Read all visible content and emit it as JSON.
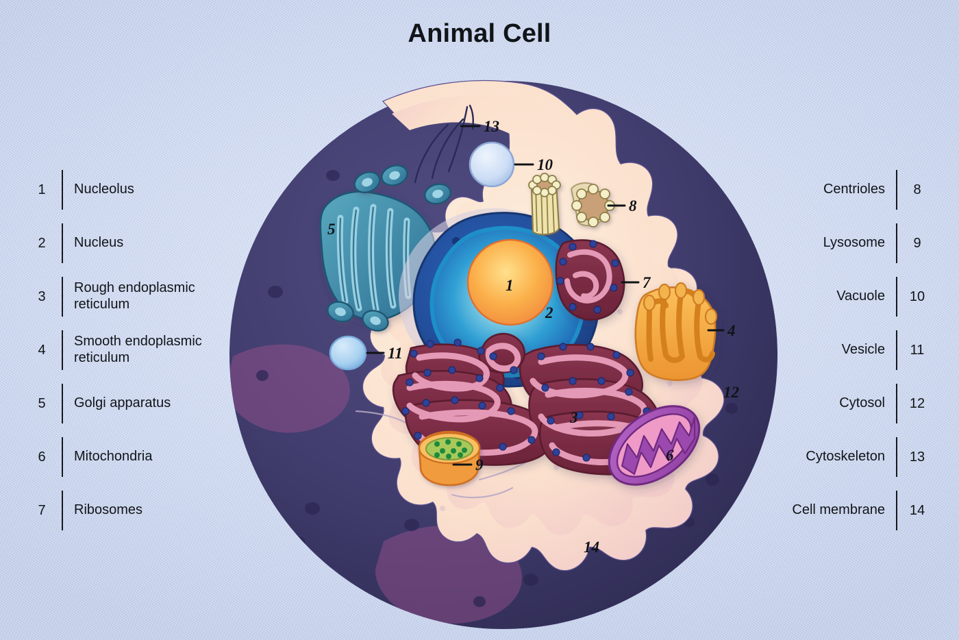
{
  "title": "Animal Cell",
  "background_color": "#d4ddf2",
  "legend_left": [
    {
      "num": "1",
      "label": "Nucleolus"
    },
    {
      "num": "2",
      "label": "Nucleus"
    },
    {
      "num": "3",
      "label": "Rough endoplasmic reticulum"
    },
    {
      "num": "4",
      "label": "Smooth endoplasmic reticulum"
    },
    {
      "num": "5",
      "label": "Golgi apparatus"
    },
    {
      "num": "6",
      "label": "Mitochondria"
    },
    {
      "num": "7",
      "label": "Ribosomes"
    }
  ],
  "legend_right": [
    {
      "num": "8",
      "label": "Centrioles"
    },
    {
      "num": "9",
      "label": "Lysosome"
    },
    {
      "num": "10",
      "label": "Vacuole"
    },
    {
      "num": "11",
      "label": "Vesicle"
    },
    {
      "num": "12",
      "label": "Cytosol"
    },
    {
      "num": "13",
      "label": "Cytoskeleton"
    },
    {
      "num": "14",
      "label": "Cell membrane"
    }
  ],
  "diagram_labels": {
    "nucleolus": "1",
    "nucleus": "2",
    "rough_er": "3",
    "smooth_er": "4",
    "golgi": "5",
    "mitochondria": "6",
    "ribosomes": "7",
    "centrioles": "8",
    "lysosome": "9",
    "vacuole": "10",
    "vesicle": "11",
    "cytosol": "12",
    "cytoskeleton": "13",
    "cell_membrane": "14"
  },
  "colors": {
    "nucleus": "#1f4fa0",
    "nucleus_inner": "#2fb2de",
    "nucleolus": "#f7a33c",
    "golgi": "#3d8ca8",
    "rough_er": "#7a2a42",
    "rough_er_lumen": "#e08aa8",
    "ribosome_dot": "#2a3f93",
    "smooth_er": "#f0a83c",
    "mitochondria": "#9c47ab",
    "mitochondria_cristae": "#f09ac8",
    "lysosome": "#f0903c",
    "lysosome_granule": "#1f8a3c",
    "vacuole": "#c3d7f0",
    "vesicle": "#a8cdee",
    "centriole": "#efe3ac",
    "cytosol": "#fbe4d0",
    "cell_membrane": "#8b7fc0",
    "cell_body": "#3d3a68",
    "cytoskeleton": "#2b2a57"
  }
}
